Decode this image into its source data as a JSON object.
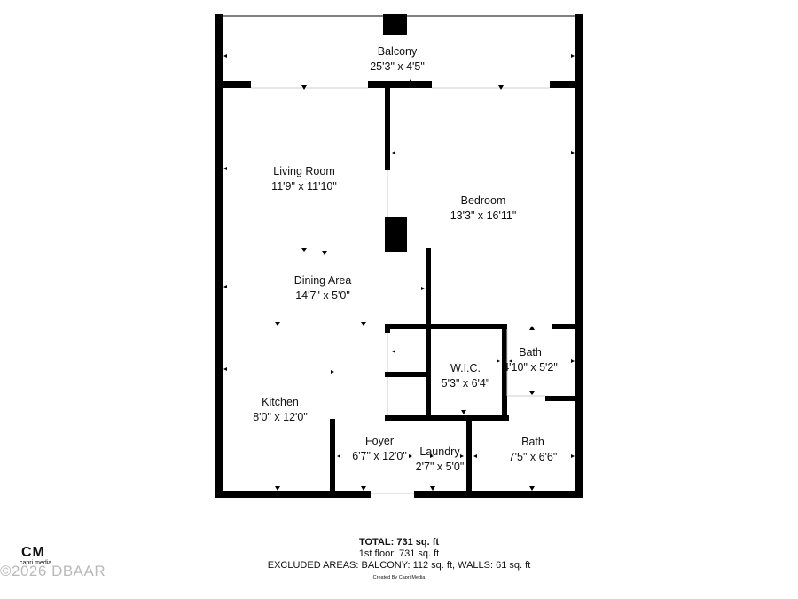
{
  "rooms": {
    "balcony": {
      "name": "Balcony",
      "size": "25'3\" x 4'5\""
    },
    "living": {
      "name": "Living Room",
      "size": "11'9\" x 11'10\""
    },
    "bedroom": {
      "name": "Bedroom",
      "size": "13'3\" x 16'11\""
    },
    "dining": {
      "name": "Dining Area",
      "size": "14'7\" x 5'0\""
    },
    "wic": {
      "name": "W.I.C.",
      "size": "5'3\" x 6'4\""
    },
    "bath1": {
      "name": "Bath",
      "size": "4'10\" x 5'2\""
    },
    "kitchen": {
      "name": "Kitchen",
      "size": "8'0\" x 12'0\""
    },
    "foyer": {
      "name": "Foyer",
      "size": "6'7\" x 12'0\""
    },
    "laundry": {
      "name": "Laundry",
      "size": "2'7\" x 5'0\""
    },
    "bath2": {
      "name": "Bath",
      "size": "7'5\" x 6'6\""
    }
  },
  "summary": {
    "total": "TOTAL: 731 sq. ft",
    "floor": "1st floor: 731 sq. ft",
    "excluded": "EXCLUDED AREAS: BALCONY: 112 sq. ft, WALLS: 61 sq. ft",
    "credit": "Created By Capri Media"
  },
  "logo": {
    "mark": "CM",
    "sub": "capri media",
    "watermark": "©2026 DBAAR"
  }
}
